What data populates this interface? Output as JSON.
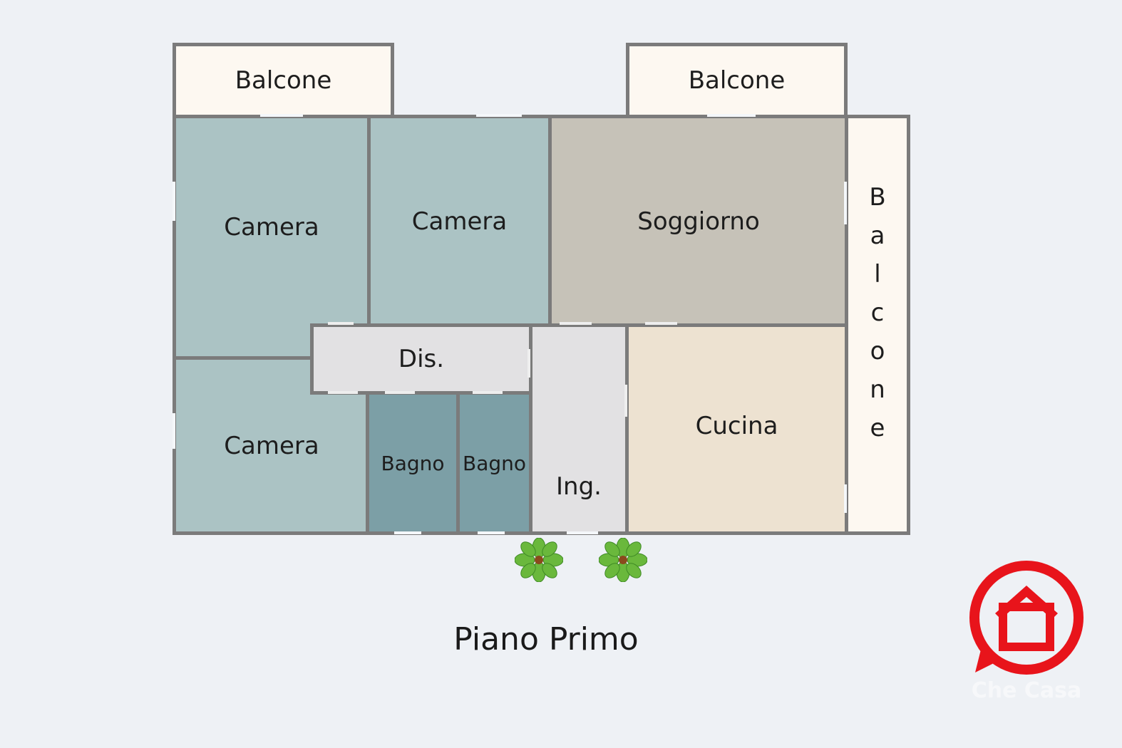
{
  "rooms": {
    "balcone_top_left": "Balcone",
    "balcone_top_right": "Balcone",
    "camera_1": "Camera",
    "camera_2": "Camera",
    "soggiorno": "Soggiorno",
    "balcone_right": "Balcone",
    "dis": "Dis.",
    "camera_3": "Camera",
    "bagno_1": "Bagno",
    "bagno_2": "Bagno",
    "ing": "Ing.",
    "cucina": "Cucina"
  },
  "floor_label": "Piano Primo",
  "logo": {
    "text": "Che Casa",
    "color": "#e8141b"
  },
  "colors": {
    "camera": "#abc3c4",
    "soggiorno": "#c6c2b8",
    "balcone": "#fdf8f1",
    "bagno": "#7c9fa6",
    "dis": "#e2e1e3",
    "cucina": "#ede2d1",
    "wall": "#7b7b7b"
  },
  "icons": [
    "plant-icon",
    "plant-icon",
    "house-logo-icon"
  ]
}
